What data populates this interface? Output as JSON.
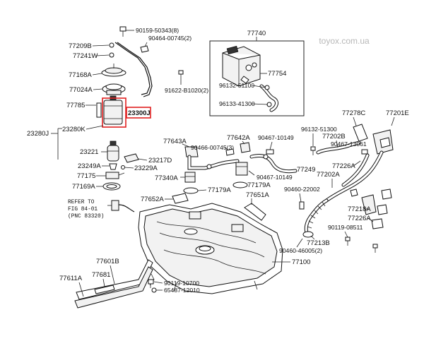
{
  "watermark": "toyox.com.ua",
  "highlight": {
    "color": "#e02020",
    "part": "23300J"
  },
  "labels": {
    "l_90159_50343": "90159-50343(8)",
    "l_90464_00745_top": "90464-00745(2)",
    "l_77209B": "77209B",
    "l_77241W": "77241W",
    "l_77168A": "77168A",
    "l_77024A": "77024A",
    "l_77785": "77785",
    "l_23300J": "23300J",
    "l_23280K": "23280K",
    "l_23280J": "23280J",
    "l_23221": "23221",
    "l_23217D": "23217D",
    "l_23249A": "23249A",
    "l_23229A": "23229A",
    "l_77175": "77175",
    "l_77169A": "77169A",
    "l_77740": "77740",
    "l_77754": "77754",
    "l_91622": "91622-B1020(2)",
    "l_96132_51100": "96132-51100",
    "l_96133_41300": "96133-41300",
    "l_90467_10149_top": "90467-10149",
    "l_96132_51300": "96132-51300",
    "l_77278C": "77278C",
    "l_77201E": "77201E",
    "l_77202B": "77202B",
    "l_90467_13061": "90467-13061",
    "l_77226A_top": "77226A",
    "l_77643A": "77643A",
    "l_90466_00745": "90466-00745(3)",
    "l_77642A": "77642A",
    "l_77249": "77249",
    "l_90467_10149_mid": "90467-10149",
    "l_77340A": "77340A",
    "l_77179A_left": "77179A",
    "l_77179A_right": "77179A",
    "l_77652A": "77652A",
    "l_77651A": "77651A",
    "l_77202A": "77202A",
    "l_90460_22002": "90460-22002",
    "l_77218A": "77218A",
    "l_77226A_bot": "77226A",
    "l_90119_08511": "90119-08511",
    "l_77213B": "77213B",
    "l_90460_46005": "90460-46005(2)",
    "l_77100": "77100",
    "l_77601B": "77601B",
    "l_77681": "77681",
    "l_77611A": "77611A",
    "l_90119_10700": "90119-10700",
    "l_65487_12010": "65487-12010"
  },
  "note": {
    "line1": "REFER TO",
    "line2": "FIG 84-01",
    "line3": "(PNC 83320)"
  }
}
